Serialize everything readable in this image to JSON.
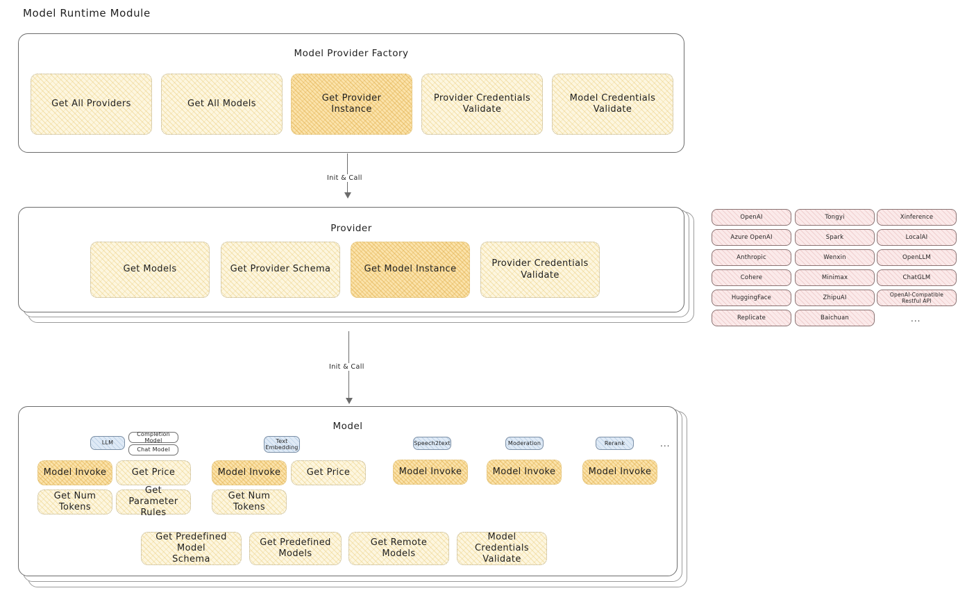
{
  "page": {
    "title": "Model Runtime Module"
  },
  "factory": {
    "title": "Model Provider Factory",
    "boxes": [
      {
        "label": "Get All Providers",
        "highlight": false
      },
      {
        "label": "Get All Models",
        "highlight": false
      },
      {
        "label": "Get Provider\nInstance",
        "highlight": true
      },
      {
        "label": "Provider Credentials\nValidate",
        "highlight": false
      },
      {
        "label": "Model Credentials\nValidate",
        "highlight": false
      }
    ]
  },
  "arrows": [
    {
      "label": "Init & Call"
    },
    {
      "label": "Init & Call"
    }
  ],
  "provider": {
    "title": "Provider",
    "boxes": [
      {
        "label": "Get Models",
        "highlight": false
      },
      {
        "label": "Get Provider Schema",
        "highlight": false
      },
      {
        "label": "Get Model Instance",
        "highlight": true
      },
      {
        "label": "Provider Credentials\nValidate",
        "highlight": false
      }
    ]
  },
  "provider_list": {
    "columns": [
      [
        "OpenAI",
        "Azure OpenAI",
        "Anthropic",
        "Cohere",
        "HuggingFace",
        "Replicate"
      ],
      [
        "Tongyi",
        "Spark",
        "Wenxin",
        "Minimax",
        "ZhipuAI",
        "Baichuan"
      ],
      [
        "Xinference",
        "LocalAI",
        "OpenLLM",
        "ChatGLM",
        "OpenAI-Compatible Restful API"
      ]
    ],
    "more": "..."
  },
  "model": {
    "title": "Model",
    "more": "...",
    "types": [
      {
        "name": "LLM",
        "style": "blue",
        "sub_badges": [
          "Completion Model",
          "Chat Model"
        ],
        "boxes": [
          {
            "label": "Model Invoke",
            "highlight": true
          },
          {
            "label": "Get Price",
            "highlight": false
          },
          {
            "label": "Get Num Tokens",
            "highlight": false
          },
          {
            "label": "Get Parameter\nRules",
            "highlight": false
          }
        ]
      },
      {
        "name": "Text\nEmbedding",
        "style": "blue",
        "sub_badges": [],
        "boxes": [
          {
            "label": "Model Invoke",
            "highlight": true
          },
          {
            "label": "Get Price",
            "highlight": false
          },
          {
            "label": "Get Num Tokens",
            "highlight": false
          }
        ]
      },
      {
        "name": "Speech2text",
        "style": "blue",
        "sub_badges": [],
        "boxes": [
          {
            "label": "Model Invoke",
            "highlight": true
          }
        ]
      },
      {
        "name": "Moderation",
        "style": "blue",
        "sub_badges": [],
        "boxes": [
          {
            "label": "Model Invoke",
            "highlight": true
          }
        ]
      },
      {
        "name": "Rerank",
        "style": "blue",
        "sub_badges": [],
        "boxes": [
          {
            "label": "Model Invoke",
            "highlight": true
          }
        ]
      }
    ],
    "common_boxes": [
      {
        "label": "Get Predefined Model\nSchema"
      },
      {
        "label": "Get Predefined\nModels"
      },
      {
        "label": "Get Remote Models"
      },
      {
        "label": "Model Credentials\nValidate"
      }
    ]
  }
}
